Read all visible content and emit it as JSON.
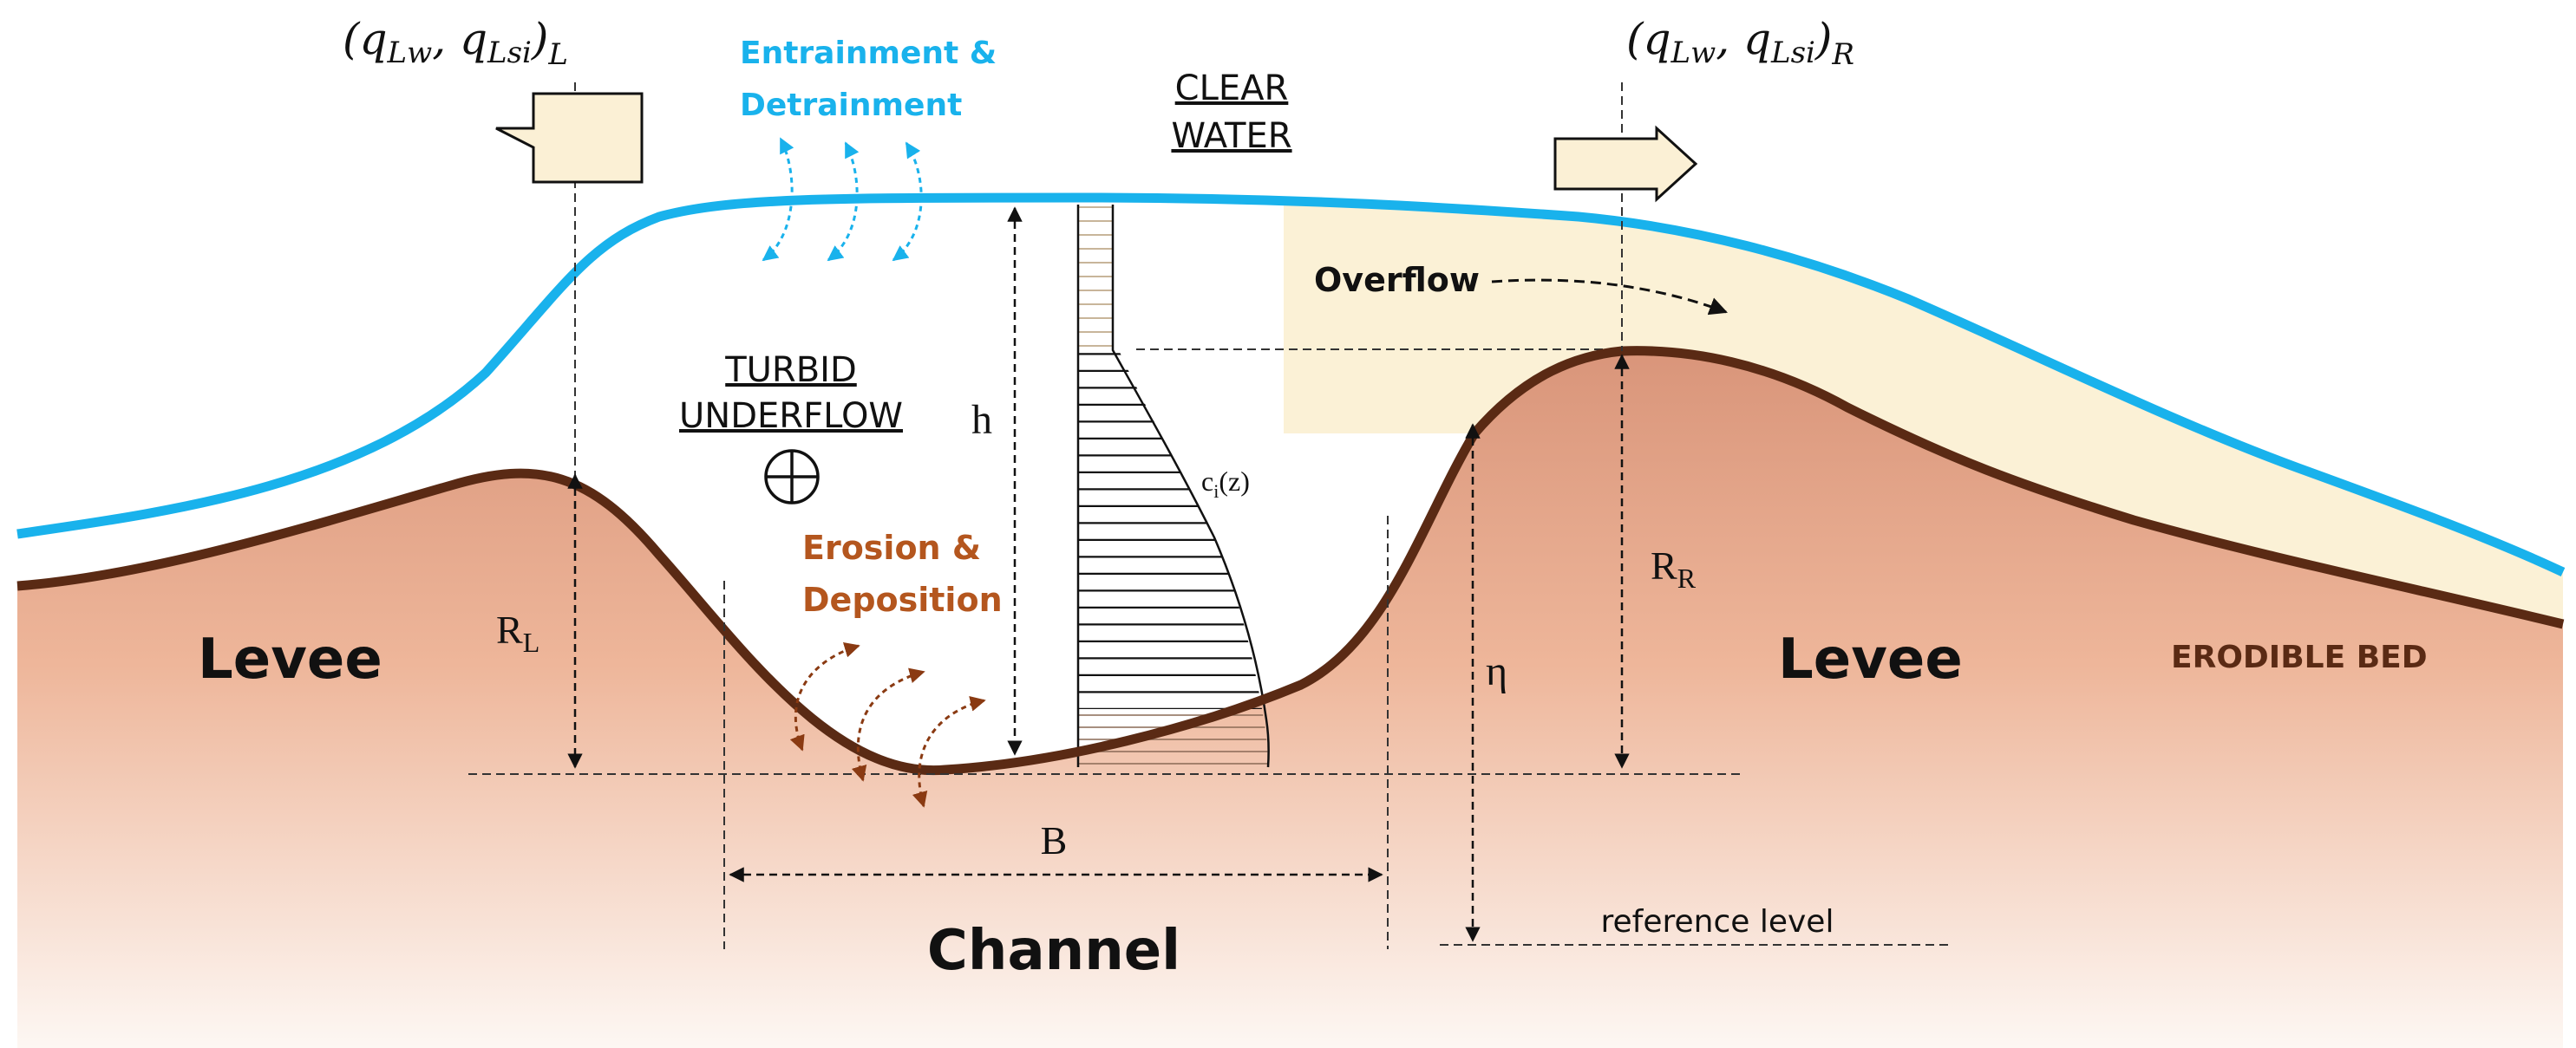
{
  "labels": {
    "flux_left": "(q",
    "flux_left_sub1": "Lw",
    "flux_left_mid": ", q",
    "flux_left_sub2": "Lsi",
    "flux_left_close": ")",
    "flux_left_side": "L",
    "flux_right": "(q",
    "flux_right_sub1": "Lw",
    "flux_right_mid": ", q",
    "flux_right_sub2": "Lsi",
    "flux_right_close": ")",
    "flux_right_side": "R",
    "entrainment_line1": "Entrainment &",
    "entrainment_line2": "Detrainment",
    "clear_water_line1": "CLEAR",
    "clear_water_line2": "WATER",
    "overflow": "Overflow",
    "turbid_line1": "TURBID",
    "turbid_line2": "UNDERFLOW",
    "h": "h",
    "concentration": "c",
    "concentration_sub": "i",
    "concentration_arg": "(z)",
    "erosion_line1": "Erosion &",
    "erosion_line2": "Deposition",
    "levee_left": "Levee",
    "levee_right": "Levee",
    "rl": "R",
    "rl_sub": "L",
    "rr": "R",
    "rr_sub": "R",
    "eta": "η",
    "erodible_bed": "ERODIBLE BED",
    "b": "B",
    "channel": "Channel",
    "reference_level": "reference level"
  },
  "colors": {
    "flow_surface": "#19b2ec",
    "bed_line": "#5a2a14",
    "overflow_fill": "#fbf1d6",
    "entrainment_text": "#19b2ec",
    "erosion_text": "#b4561e",
    "bed_fill_top": "#e7a17e",
    "bed_fill_bottom": "#fdf6f1",
    "arrow_fill": "#fbf0d5"
  },
  "icons": {
    "underflow_symbol": "circled-plus-icon"
  }
}
